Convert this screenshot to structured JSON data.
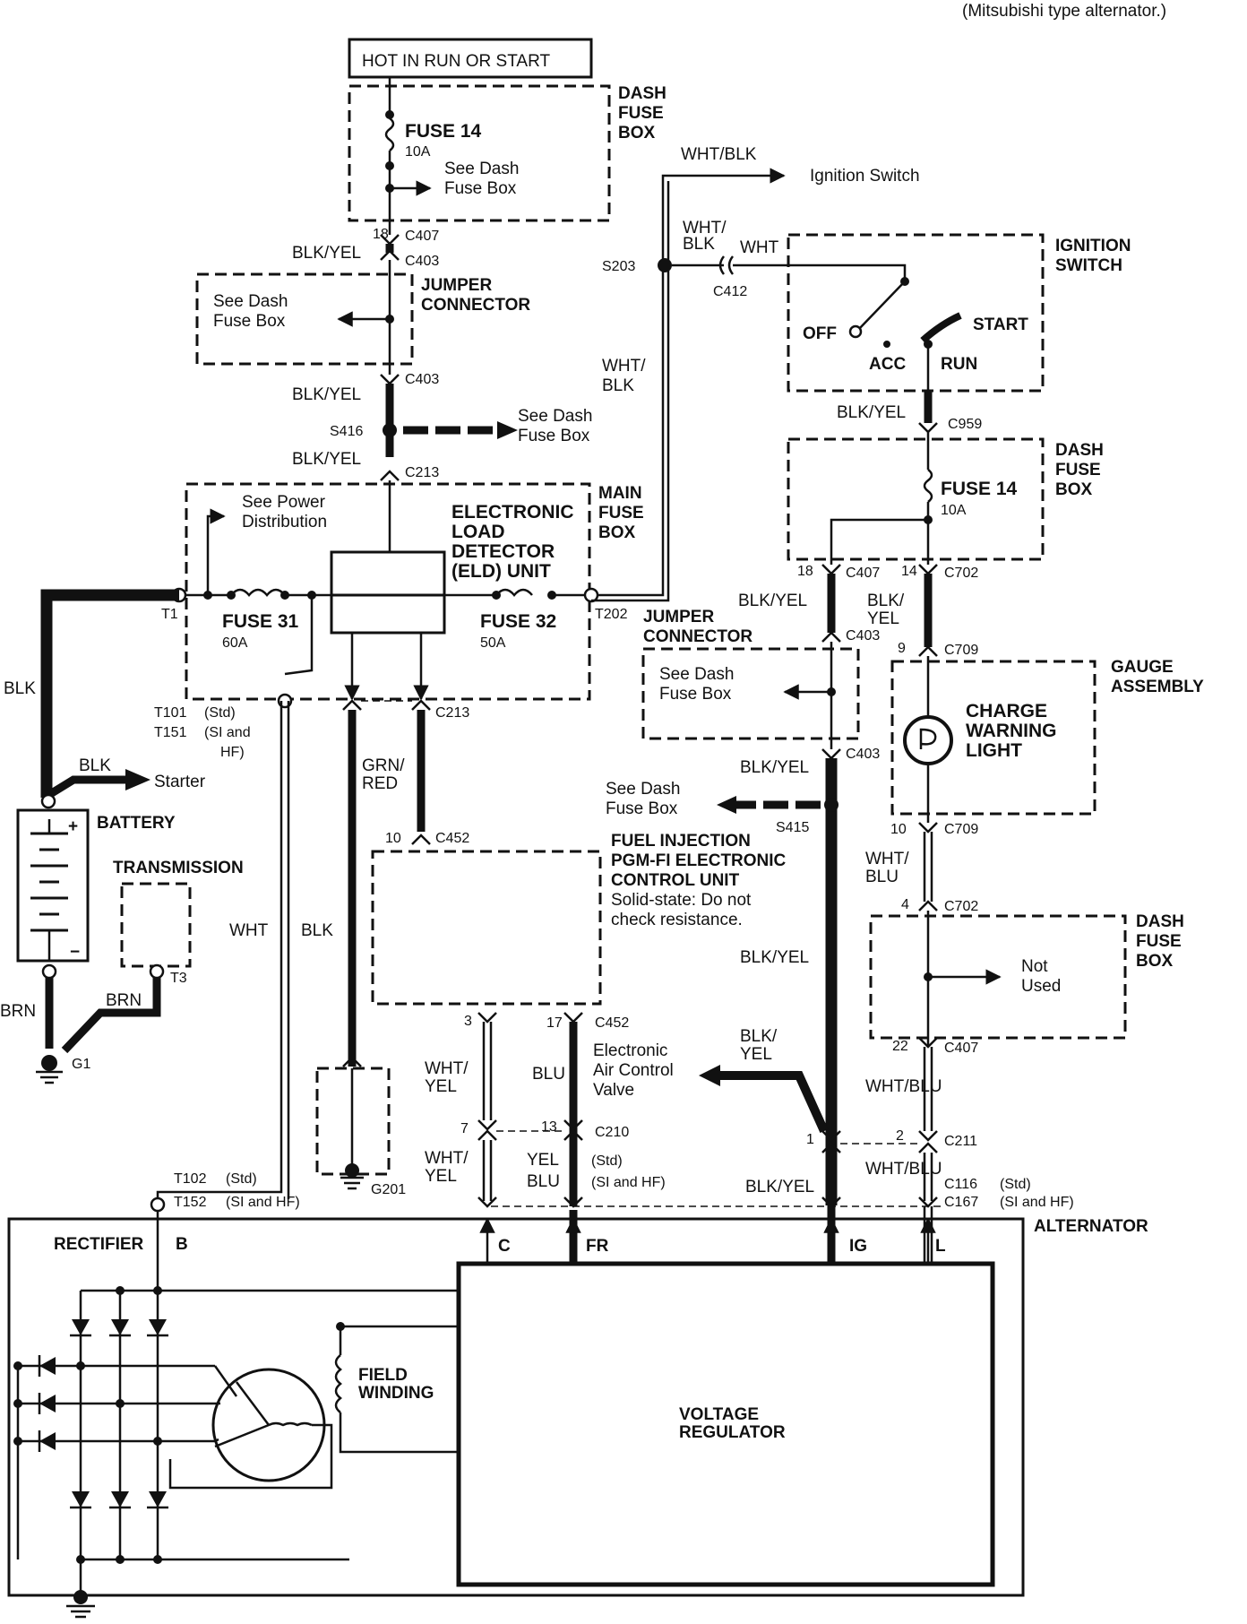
{
  "header_note": "(Mitsubishi type alternator.)",
  "hot_in_run": "HOT IN RUN OR START",
  "fuse14": "FUSE 14",
  "fuse14_amp": "10A",
  "fuse31": "FUSE 31",
  "fuse31_amp": "60A",
  "fuse32": "FUSE 32",
  "fuse32_amp": "50A",
  "dash_fuse_box_lines": [
    "DASH",
    "FUSE",
    "BOX"
  ],
  "main_fuse_box_lines": [
    "MAIN",
    "FUSE",
    "BOX"
  ],
  "see_dash_fuse_box_lines": [
    "See Dash",
    "Fuse Box"
  ],
  "jumper_connector_lines": [
    "JUMPER",
    "CONNECTOR"
  ],
  "see_power_dist_lines": [
    "See Power",
    "Distribution"
  ],
  "eld_lines": [
    "ELECTRONIC",
    "LOAD",
    "DETECTOR",
    "(ELD) UNIT"
  ],
  "ignition_switch_lines": [
    "IGNITION",
    "SWITCH"
  ],
  "ignition_switch_arrow": "Ignition Switch",
  "sw_off": "OFF",
  "sw_acc": "ACC",
  "sw_run": "RUN",
  "sw_start": "START",
  "gauge_assembly_lines": [
    "GAUGE",
    "ASSEMBLY"
  ],
  "charge_light_lines": [
    "CHARGE",
    "WARNING",
    "LIGHT"
  ],
  "ecu_lines": [
    "FUEL INJECTION",
    "PGM-FI ELECTRONIC",
    "CONTROL UNIT",
    "Solid-state: Do not",
    "check resistance."
  ],
  "eacv_lines": [
    "Electronic",
    "Air Control",
    "Valve"
  ],
  "not_used_lines": [
    "Not",
    "Used"
  ],
  "battery": "BATTERY",
  "transmission": "TRANSMISSION",
  "starter": "Starter",
  "alternator": "ALTERNATOR",
  "rectifier": "RECTIFIER",
  "field_winding_lines": [
    "FIELD",
    "WINDING"
  ],
  "voltage_regulator_lines": [
    "VOLTAGE",
    "REGULATOR"
  ],
  "terminals": {
    "b": "B",
    "c": "C",
    "fr": "FR",
    "ig": "IG",
    "l": "L"
  },
  "connectors": {
    "c407": "C407",
    "c403": "C403",
    "c213": "C213",
    "c412": "C412",
    "c959": "C959",
    "c702": "C702",
    "c709": "C709",
    "c452": "C452",
    "c210": "C210",
    "c211": "C211",
    "c116": "C116",
    "c167": "C167"
  },
  "splices": {
    "s203": "S203",
    "s416": "S416",
    "s415": "S415"
  },
  "grounds": {
    "g1": "G1",
    "g201": "G201"
  },
  "terms": {
    "t1": "T1",
    "t202": "T202",
    "t3": "T3",
    "t101": "T101",
    "t151": "T151",
    "t102": "T102",
    "t152": "T152"
  },
  "variants": {
    "std": "(Std)",
    "si_hf": "(SI and HF)",
    "si_and": "(SI and",
    "hf": "HF)"
  },
  "pins": {
    "p18": "18",
    "p14": "14",
    "p9": "9",
    "p10": "10",
    "p4": "4",
    "p22": "22",
    "p3": "3",
    "p17": "17",
    "p7": "7",
    "p13": "13",
    "p1": "1",
    "p2": "2"
  },
  "wire_colors": {
    "blk_yel": "BLK/YEL",
    "blk": "BLK",
    "brn": "BRN",
    "wht": "WHT",
    "wht_blk": "WHT/BLK",
    "wht_slash": "WHT/",
    "blk_part": "BLK",
    "blk_slash": "BLK/",
    "yel_part": "YEL",
    "grn_slash": "GRN/",
    "red_part": "RED",
    "blu_part": "BLU",
    "blu": "BLU",
    "yel": "YEL",
    "wht_blu": "WHT/BLU"
  }
}
